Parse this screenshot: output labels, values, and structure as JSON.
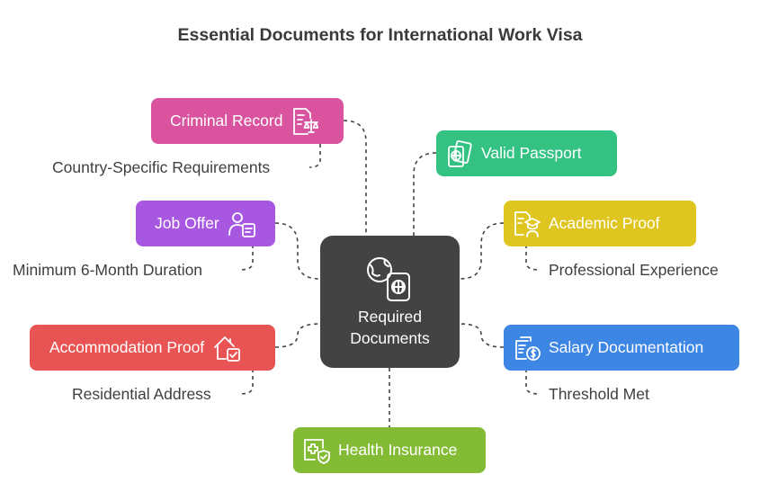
{
  "title": "Essential Documents for International Work Visa",
  "center": {
    "line1": "Required",
    "line2": "Documents",
    "icon": "globe-passport-icon"
  },
  "nodes": {
    "criminal": {
      "label": "Criminal Record",
      "sub": "Country-Specific Requirements",
      "color": "#d9539e",
      "icon": "document-scales-icon"
    },
    "passport": {
      "label": "Valid Passport",
      "color": "#34c283",
      "icon": "passport-icon"
    },
    "job": {
      "label": "Job Offer",
      "sub": "Minimum 6-Month Duration",
      "color": "#a858e0",
      "icon": "employee-document-icon"
    },
    "academic": {
      "label": "Academic Proof",
      "sub": "Professional Experience",
      "color": "#dfc51f",
      "icon": "graduate-document-icon"
    },
    "accommodation": {
      "label": "Accommodation Proof",
      "sub": "Residential Address",
      "color": "#e85453",
      "icon": "house-check-icon"
    },
    "salary": {
      "label": "Salary Documentation",
      "sub": "Threshold Met",
      "color": "#3e86e3",
      "icon": "dollar-document-icon"
    },
    "health": {
      "label": "Health Insurance",
      "color": "#84bb35",
      "icon": "medical-shield-icon"
    }
  }
}
